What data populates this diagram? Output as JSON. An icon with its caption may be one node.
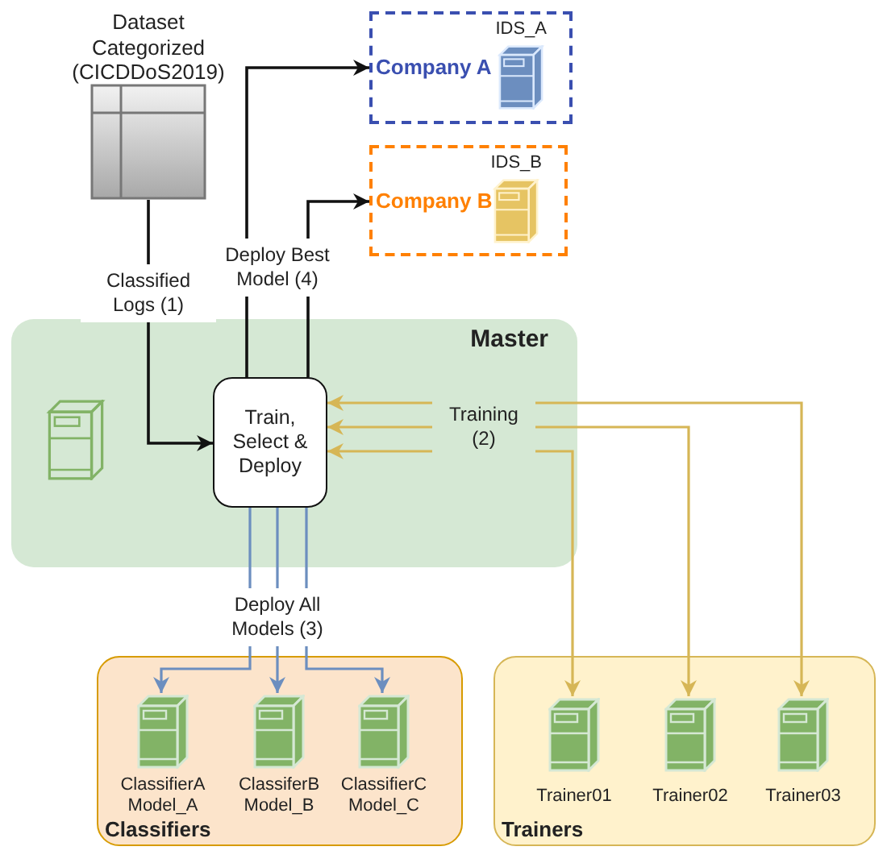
{
  "diagram": {
    "nodes": [
      {
        "text": [
          "Dataset Categorized (CICDDoS2019)"
        ]
      },
      {
        "text": [
          "Company A",
          "IDS_A"
        ]
      },
      {
        "text": [
          "Company B",
          "IDS_B"
        ]
      },
      {
        "text": [
          "Master"
        ]
      },
      {
        "text": [
          "Train, Select & Deploy"
        ],
        "in": 3
      },
      {
        "text": [
          "Classifiers"
        ]
      },
      {
        "text": [
          "ClassifierA Model_A"
        ],
        "in": 5
      },
      {
        "text": [
          "ClassiferB Model_B"
        ],
        "in": 5
      },
      {
        "text": [
          "ClassifierC Model_C"
        ],
        "in": 5
      },
      {
        "text": [
          "Trainers"
        ]
      },
      {
        "text": [
          "Trainer01"
        ],
        "in": 9
      },
      {
        "text": [
          "Trainer02"
        ],
        "in": 9
      },
      {
        "text": [
          "Trainer03"
        ],
        "in": 9
      }
    ],
    "edges": [
      {
        "from": 0,
        "to": 4,
        "arrow": "to",
        "label": "Classified Logs (1)"
      },
      {
        "from": 4,
        "to": 1,
        "arrow": "to",
        "label": "Deploy Best Model (4)"
      },
      {
        "from": 4,
        "to": 2,
        "arrow": "to"
      },
      {
        "from": 4,
        "to": 6,
        "arrow": "to",
        "color": "#6c8ebf"
      },
      {
        "from": 4,
        "to": 7,
        "arrow": "to",
        "color": "#6c8ebf",
        "label": "Deploy All Models (3)"
      },
      {
        "from": 4,
        "to": 8,
        "arrow": "to",
        "color": "#6c8ebf"
      },
      {
        "from": 4,
        "to": 10,
        "arrow": "both",
        "color": "#d6b656"
      },
      {
        "from": 4,
        "to": 11,
        "arrow": "both",
        "color": "#d6b656",
        "label": "Training (2)"
      },
      {
        "from": 4,
        "to": 12,
        "arrow": "both",
        "color": "#d6b656"
      }
    ]
  }
}
